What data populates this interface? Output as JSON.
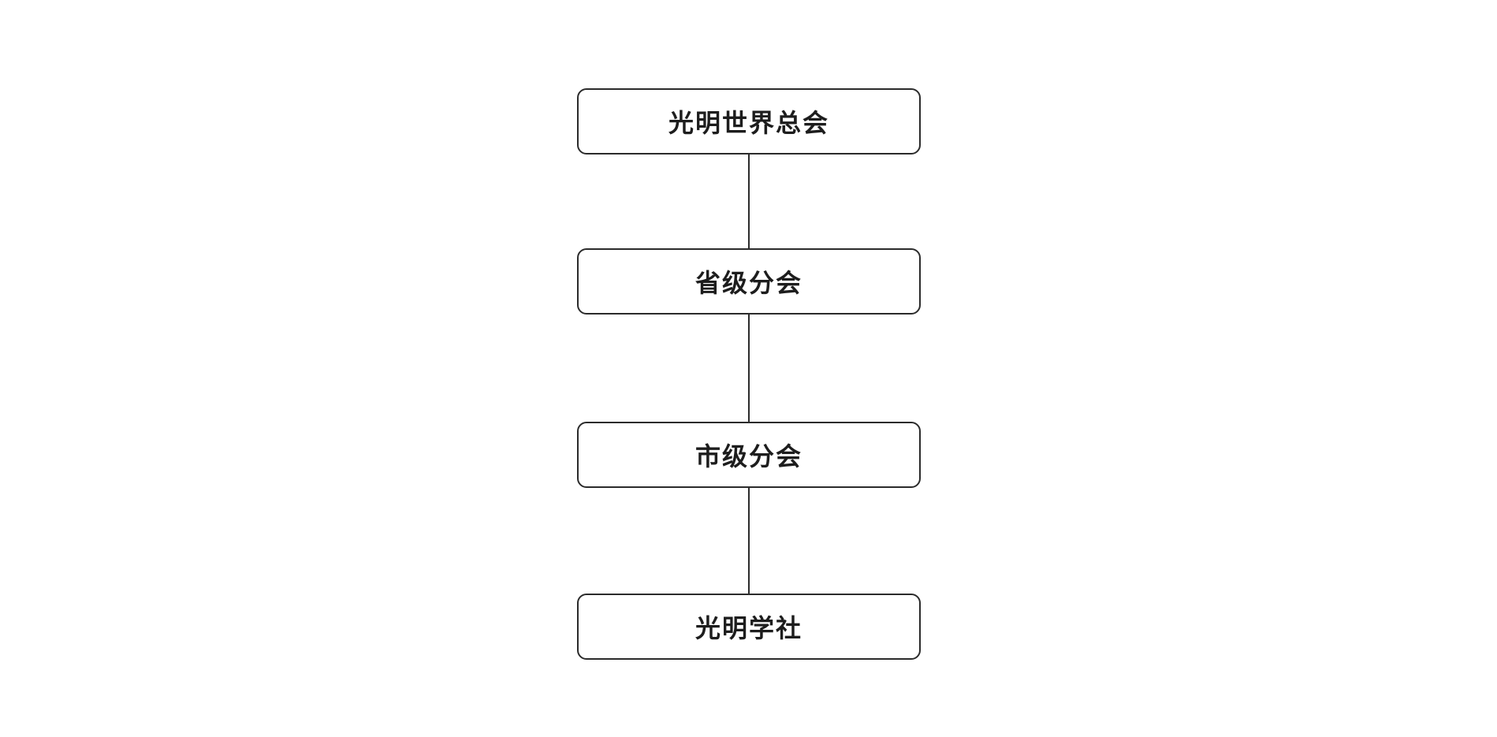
{
  "diagram": {
    "type": "org-hierarchy-flowchart",
    "orientation": "vertical",
    "nodes": [
      {
        "id": "headquarters",
        "label": "光明世界总会"
      },
      {
        "id": "provincial-branch",
        "label": "省级分会"
      },
      {
        "id": "city-branch",
        "label": "市级分会"
      },
      {
        "id": "society",
        "label": "光明学社"
      }
    ],
    "edges": [
      {
        "from": "headquarters",
        "to": "provincial-branch"
      },
      {
        "from": "provincial-branch",
        "to": "city-branch"
      },
      {
        "from": "city-branch",
        "to": "society"
      }
    ],
    "colors": {
      "background": "#ffffff",
      "node_fill": "#ffffff",
      "node_border": "#2b2b2b",
      "connector": "#2b2b2b",
      "text": "#1d1d1d"
    }
  }
}
